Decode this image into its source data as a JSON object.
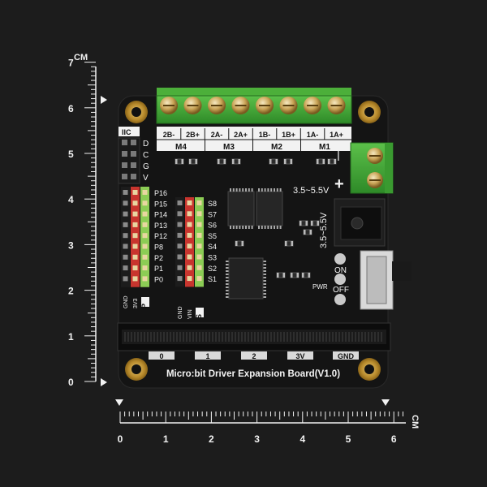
{
  "ruler": {
    "unit": "CM",
    "vertical_ticks": [
      "0",
      "1",
      "2",
      "3",
      "4",
      "5",
      "6",
      "7"
    ],
    "horizontal_ticks": [
      "0",
      "1",
      "2",
      "3",
      "4",
      "5",
      "6"
    ]
  },
  "board": {
    "title": "Micro:bit Driver Expansion Board(V1.0)",
    "iic_label": "IIC",
    "iic_pins": [
      "D",
      "C",
      "G",
      "V"
    ],
    "terminal_pins": [
      "2B-",
      "2B+",
      "2A-",
      "2A+",
      "1B-",
      "1B+",
      "1A-",
      "1A+"
    ],
    "motor_labels": [
      "M4",
      "M3",
      "M2",
      "M1"
    ],
    "power_terminal_minus": "—",
    "power_terminal_plus": "+",
    "voltage_label_1": "3.5~5.5V",
    "voltage_label_2": "3.5~5.5V",
    "p_pins": [
      "P16",
      "P15",
      "P14",
      "P13",
      "P12",
      "P8",
      "P2",
      "P1",
      "P0"
    ],
    "s_pins": [
      "S8",
      "S7",
      "S6",
      "S5",
      "S4",
      "S3",
      "S2",
      "S1"
    ],
    "p_bottom_labels": [
      "GND",
      "3V3",
      "P"
    ],
    "s_bottom_labels": [
      "GND",
      "VIN",
      "S"
    ],
    "switch_on": "ON",
    "switch_off": "OFF",
    "pwr_label": "PWR",
    "edge_labels": [
      "0",
      "1",
      "2",
      "3V",
      "GND"
    ],
    "colors": {
      "pcb": "#141414",
      "terminal_green": "#3fa535",
      "header_red": "#c8352e",
      "header_green": "#8ccc55",
      "gold": "#c8a040"
    }
  }
}
